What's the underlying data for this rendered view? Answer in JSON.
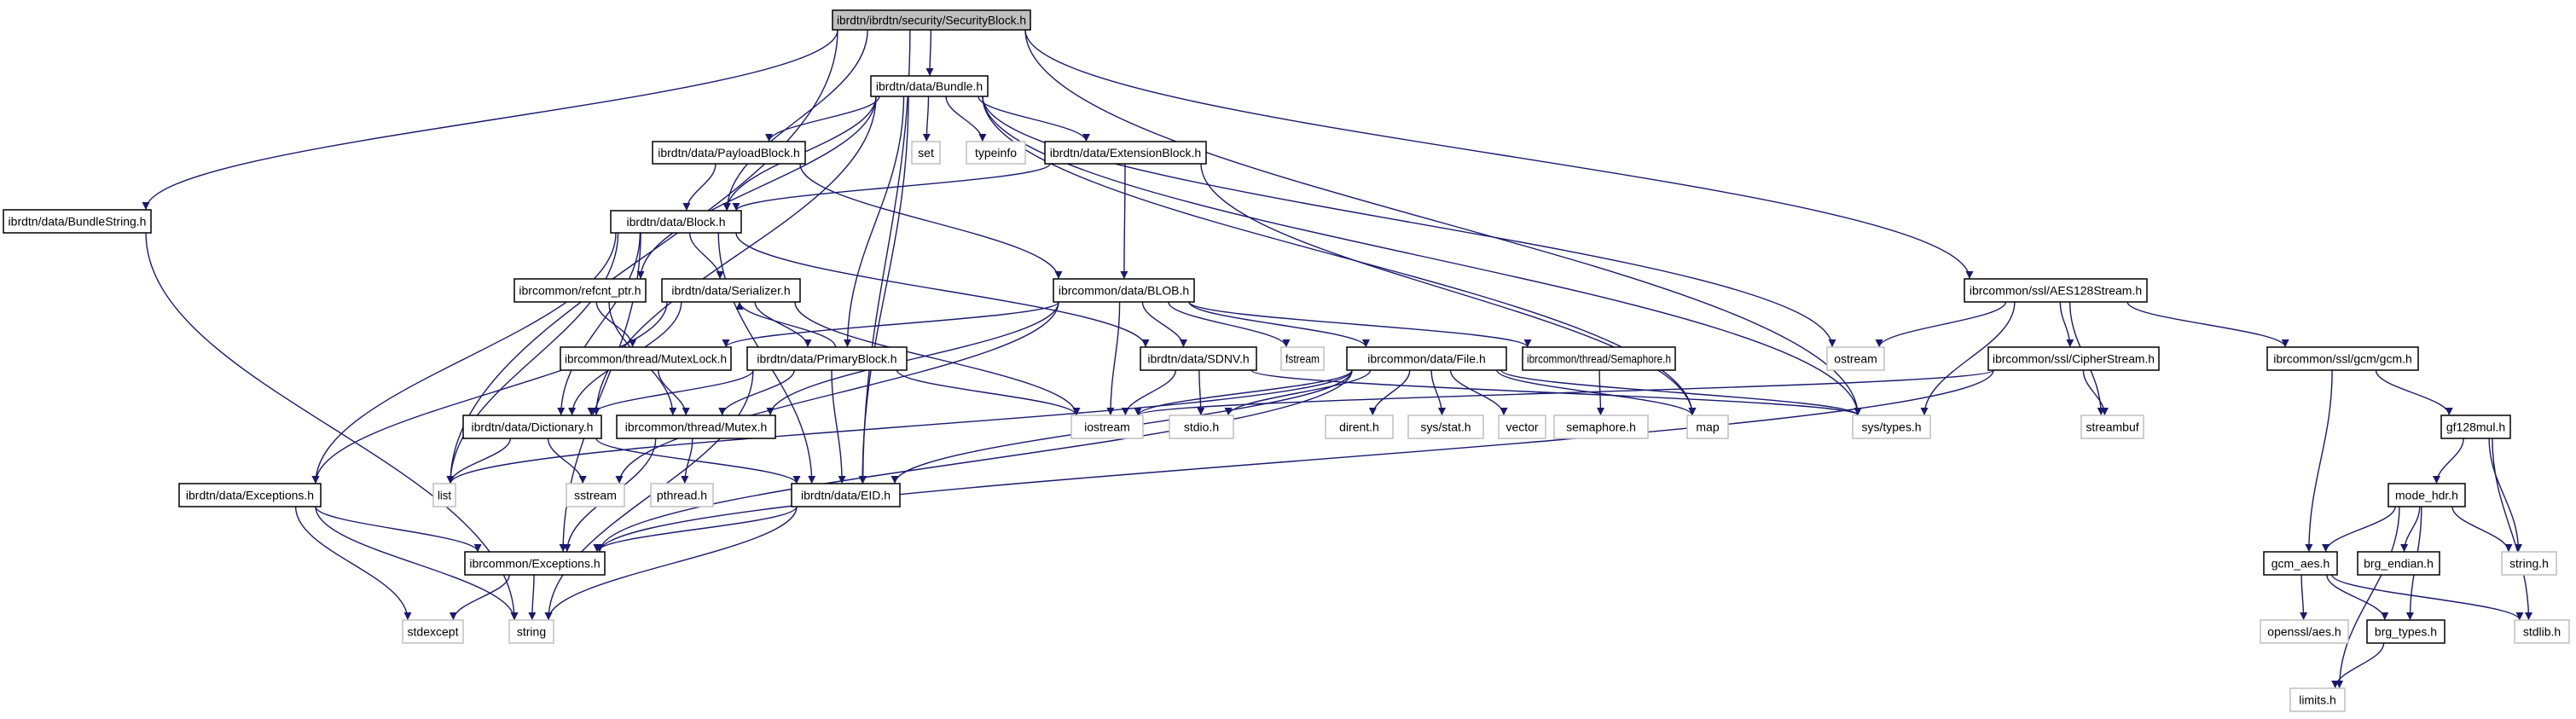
{
  "title": "ibrdtn/ibrdtn/security/SecurityBlock.h",
  "colors": {
    "edge": "#191970",
    "root_fill": "#bfbfbf",
    "root_border": "#000000",
    "internal_border": "#000000",
    "external_border": "#bfbfbf",
    "node_fill": "#ffffff"
  },
  "nodes": [
    {
      "id": "SecurityBlock",
      "label": "ibrdtn/ibrdtn/security/SecurityBlock.h",
      "kind": "root"
    },
    {
      "id": "Bundle",
      "label": "ibrdtn/data/Bundle.h",
      "kind": "internal"
    },
    {
      "id": "set",
      "label": "set",
      "kind": "external"
    },
    {
      "id": "typeinfo",
      "label": "typeinfo",
      "kind": "external"
    },
    {
      "id": "ExtensionBlock",
      "label": "ibrdtn/data/ExtensionBlock.h",
      "kind": "internal"
    },
    {
      "id": "PayloadBlock",
      "label": "ibrdtn/data/PayloadBlock.h",
      "kind": "internal"
    },
    {
      "id": "Block",
      "label": "ibrdtn/data/Block.h",
      "kind": "internal"
    },
    {
      "id": "BundleString",
      "label": "ibrdtn/data/BundleString.h",
      "kind": "internal"
    },
    {
      "id": "refcnt_ptr",
      "label": "ibrcommon/refcnt_ptr.h",
      "kind": "internal"
    },
    {
      "id": "Serializer",
      "label": "ibrdtn/data/Serializer.h",
      "kind": "internal"
    },
    {
      "id": "BLOB",
      "label": "ibrcommon/data/BLOB.h",
      "kind": "internal"
    },
    {
      "id": "AES128Stream",
      "label": "ibrcommon/ssl/AES128Stream.h",
      "kind": "internal"
    },
    {
      "id": "MutexLock",
      "label": "ibrcommon/thread/MutexLock.h",
      "kind": "internal"
    },
    {
      "id": "PrimaryBlock",
      "label": "ibrdtn/data/PrimaryBlock.h",
      "kind": "internal"
    },
    {
      "id": "SDNV",
      "label": "ibrdtn/data/SDNV.h",
      "kind": "internal"
    },
    {
      "id": "fstream",
      "label": "fstream",
      "kind": "external"
    },
    {
      "id": "File",
      "label": "ibrcommon/data/File.h",
      "kind": "internal"
    },
    {
      "id": "Semaphore",
      "label": "ibrcommon/thread/Semaphore.h",
      "kind": "internal"
    },
    {
      "id": "ostream",
      "label": "ostream",
      "kind": "external"
    },
    {
      "id": "CipherStream",
      "label": "ibrcommon/ssl/CipherStream.h",
      "kind": "internal"
    },
    {
      "id": "gcm",
      "label": "ibrcommon/ssl/gcm/gcm.h",
      "kind": "internal"
    },
    {
      "id": "Dictionary",
      "label": "ibrdtn/data/Dictionary.h",
      "kind": "internal"
    },
    {
      "id": "Mutex",
      "label": "ibrcommon/thread/Mutex.h",
      "kind": "internal"
    },
    {
      "id": "iostream",
      "label": "iostream",
      "kind": "external"
    },
    {
      "id": "stdio",
      "label": "stdio.h",
      "kind": "external"
    },
    {
      "id": "dirent",
      "label": "dirent.h",
      "kind": "external"
    },
    {
      "id": "sysstat",
      "label": "sys/stat.h",
      "kind": "external"
    },
    {
      "id": "vector",
      "label": "vector",
      "kind": "external"
    },
    {
      "id": "semaphore_h",
      "label": "semaphore.h",
      "kind": "external"
    },
    {
      "id": "map",
      "label": "map",
      "kind": "external"
    },
    {
      "id": "systypes",
      "label": "sys/types.h",
      "kind": "external"
    },
    {
      "id": "streambuf",
      "label": "streambuf",
      "kind": "external"
    },
    {
      "id": "gf128mul",
      "label": "gf128mul.h",
      "kind": "internal"
    },
    {
      "id": "DataExceptions",
      "label": "ibrdtn/data/Exceptions.h",
      "kind": "internal"
    },
    {
      "id": "list",
      "label": "list",
      "kind": "external"
    },
    {
      "id": "sstream",
      "label": "sstream",
      "kind": "external"
    },
    {
      "id": "pthread",
      "label": "pthread.h",
      "kind": "external"
    },
    {
      "id": "EID",
      "label": "ibrdtn/data/EID.h",
      "kind": "internal"
    },
    {
      "id": "mode_hdr",
      "label": "mode_hdr.h",
      "kind": "internal"
    },
    {
      "id": "CommonExceptions",
      "label": "ibrcommon/Exceptions.h",
      "kind": "internal"
    },
    {
      "id": "gcm_aes",
      "label": "gcm_aes.h",
      "kind": "internal"
    },
    {
      "id": "brg_endian",
      "label": "brg_endian.h",
      "kind": "internal"
    },
    {
      "id": "string_h",
      "label": "string.h",
      "kind": "external"
    },
    {
      "id": "stdexcept",
      "label": "stdexcept",
      "kind": "external"
    },
    {
      "id": "string",
      "label": "string",
      "kind": "external"
    },
    {
      "id": "openssl_aes",
      "label": "openssl/aes.h",
      "kind": "external"
    },
    {
      "id": "brg_types",
      "label": "brg_types.h",
      "kind": "internal"
    },
    {
      "id": "stdlib",
      "label": "stdlib.h",
      "kind": "external"
    },
    {
      "id": "limits",
      "label": "limits.h",
      "kind": "external"
    }
  ],
  "edges": [
    [
      "SecurityBlock",
      "Bundle"
    ],
    [
      "SecurityBlock",
      "Block"
    ],
    [
      "SecurityBlock",
      "BundleString"
    ],
    [
      "SecurityBlock",
      "list"
    ],
    [
      "SecurityBlock",
      "AES128Stream"
    ],
    [
      "SecurityBlock",
      "systypes"
    ],
    [
      "SecurityBlock",
      "EID"
    ],
    [
      "Bundle",
      "set"
    ],
    [
      "Bundle",
      "typeinfo"
    ],
    [
      "Bundle",
      "ExtensionBlock"
    ],
    [
      "Bundle",
      "PayloadBlock"
    ],
    [
      "Bundle",
      "Block"
    ],
    [
      "Bundle",
      "refcnt_ptr"
    ],
    [
      "Bundle",
      "PrimaryBlock"
    ],
    [
      "Bundle",
      "Dictionary"
    ],
    [
      "Bundle",
      "EID"
    ],
    [
      "Bundle",
      "map"
    ],
    [
      "Bundle",
      "ostream"
    ],
    [
      "Bundle",
      "systypes"
    ],
    [
      "ExtensionBlock",
      "Block"
    ],
    [
      "ExtensionBlock",
      "BLOB"
    ],
    [
      "ExtensionBlock",
      "map"
    ],
    [
      "PayloadBlock",
      "Block"
    ],
    [
      "PayloadBlock",
      "BLOB"
    ],
    [
      "Block",
      "Serializer"
    ],
    [
      "Block",
      "SDNV"
    ],
    [
      "Block",
      "Dictionary"
    ],
    [
      "Block",
      "DataExceptions"
    ],
    [
      "Block",
      "CommonExceptions"
    ],
    [
      "Block",
      "list"
    ],
    [
      "Block",
      "EID"
    ],
    [
      "BundleString",
      "string"
    ],
    [
      "refcnt_ptr",
      "MutexLock"
    ],
    [
      "refcnt_ptr",
      "Mutex"
    ],
    [
      "Serializer",
      "PrimaryBlock"
    ],
    [
      "Serializer",
      "Dictionary"
    ],
    [
      "Serializer",
      "DataExceptions"
    ],
    [
      "Serializer",
      "iostream"
    ],
    [
      "PrimaryBlock",
      "Serializer"
    ],
    [
      "PrimaryBlock",
      "Dictionary"
    ],
    [
      "PrimaryBlock",
      "Mutex"
    ],
    [
      "PrimaryBlock",
      "EID"
    ],
    [
      "PrimaryBlock",
      "string"
    ],
    [
      "PrimaryBlock",
      "iostream"
    ],
    [
      "BLOB",
      "MutexLock"
    ],
    [
      "BLOB",
      "Mutex"
    ],
    [
      "BLOB",
      "SDNV"
    ],
    [
      "BLOB",
      "fstream"
    ],
    [
      "BLOB",
      "File"
    ],
    [
      "BLOB",
      "Semaphore"
    ],
    [
      "BLOB",
      "iostream"
    ],
    [
      "BLOB",
      "sstream"
    ],
    [
      "MutexLock",
      "Mutex"
    ],
    [
      "SDNV",
      "iostream"
    ],
    [
      "SDNV",
      "stdio"
    ],
    [
      "SDNV",
      "systypes"
    ],
    [
      "File",
      "iostream"
    ],
    [
      "File",
      "stdio"
    ],
    [
      "File",
      "dirent"
    ],
    [
      "File",
      "sysstat"
    ],
    [
      "File",
      "vector"
    ],
    [
      "File",
      "map"
    ],
    [
      "File",
      "systypes"
    ],
    [
      "File",
      "list"
    ],
    [
      "File",
      "CommonExceptions"
    ],
    [
      "File",
      "EID"
    ],
    [
      "Semaphore",
      "semaphore_h"
    ],
    [
      "Dictionary",
      "list"
    ],
    [
      "Dictionary",
      "sstream"
    ],
    [
      "Dictionary",
      "EID"
    ],
    [
      "Mutex",
      "pthread"
    ],
    [
      "Mutex",
      "CommonExceptions"
    ],
    [
      "EID",
      "CommonExceptions"
    ],
    [
      "EID",
      "string"
    ],
    [
      "DataExceptions",
      "CommonExceptions"
    ],
    [
      "DataExceptions",
      "stdexcept"
    ],
    [
      "DataExceptions",
      "string"
    ],
    [
      "CommonExceptions",
      "stdexcept"
    ],
    [
      "CommonExceptions",
      "string"
    ],
    [
      "AES128Stream",
      "ostream"
    ],
    [
      "AES128Stream",
      "systypes"
    ],
    [
      "AES128Stream",
      "CipherStream"
    ],
    [
      "AES128Stream",
      "streambuf"
    ],
    [
      "AES128Stream",
      "gcm"
    ],
    [
      "CipherStream",
      "iostream"
    ],
    [
      "CipherStream",
      "streambuf"
    ],
    [
      "CipherStream",
      "CommonExceptions"
    ],
    [
      "gcm",
      "gcm_aes"
    ],
    [
      "gcm",
      "gf128mul"
    ],
    [
      "gf128mul",
      "mode_hdr"
    ],
    [
      "gf128mul",
      "string_h"
    ],
    [
      "gf128mul",
      "stdlib"
    ],
    [
      "mode_hdr",
      "gcm_aes"
    ],
    [
      "mode_hdr",
      "brg_endian"
    ],
    [
      "mode_hdr",
      "brg_types"
    ],
    [
      "mode_hdr",
      "string_h"
    ],
    [
      "mode_hdr",
      "limits"
    ],
    [
      "gcm_aes",
      "openssl_aes"
    ],
    [
      "gcm_aes",
      "brg_types"
    ],
    [
      "gcm_aes",
      "stdlib"
    ],
    [
      "brg_types",
      "limits"
    ]
  ]
}
